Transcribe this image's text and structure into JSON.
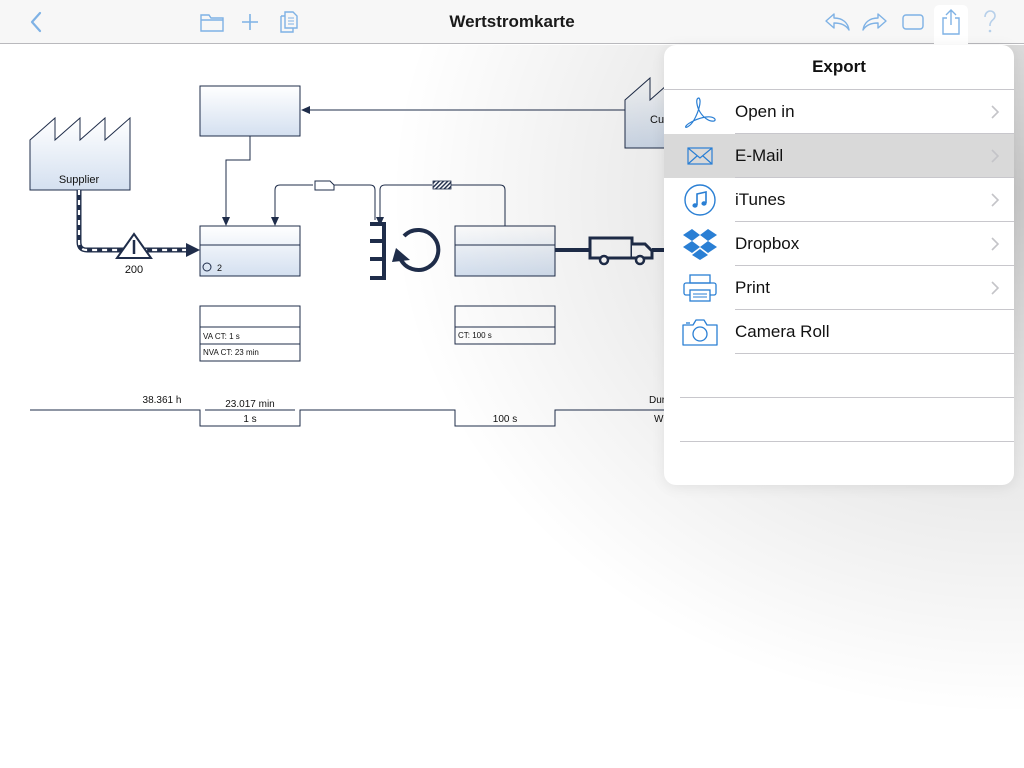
{
  "toolbar": {
    "title": "Wertstromkarte",
    "buttons": [
      "back",
      "open-folder",
      "add",
      "duplicate",
      "undo",
      "redo",
      "present",
      "share",
      "help"
    ]
  },
  "diagram": {
    "supplier_label": "Supplier",
    "customer_label": "Cu",
    "inventory_count": "200",
    "operator_count": "2",
    "process1_data": [
      "VA CT: 1 s",
      "NVA CT: 23 min"
    ],
    "process2_data": [
      "CT: 100 s"
    ],
    "timeline": {
      "lead_time_1": "38.361 h",
      "wait_1": "23.017 min",
      "process_time_1": "1 s",
      "process_time_2": "100 s",
      "right_top": "Dur",
      "right_bottom": "W"
    }
  },
  "export_popover": {
    "title": "Export",
    "items": [
      {
        "label": "Open in",
        "icon": "acrobat-icon",
        "chevron": true,
        "selected": false
      },
      {
        "label": "E-Mail",
        "icon": "mail-icon",
        "chevron": true,
        "selected": true
      },
      {
        "label": "iTunes",
        "icon": "itunes-icon",
        "chevron": true,
        "selected": false
      },
      {
        "label": "Dropbox",
        "icon": "dropbox-icon",
        "chevron": true,
        "selected": false
      },
      {
        "label": "Print",
        "icon": "printer-icon",
        "chevron": true,
        "selected": false
      },
      {
        "label": "Camera Roll",
        "icon": "camera-icon",
        "chevron": false,
        "selected": false
      }
    ]
  },
  "colors": {
    "accent": "#2a7fd4",
    "toolbar_icon": "#7fb2e5",
    "diagram_stroke": "#1f2d4a",
    "box_fill_top": "#ffffff",
    "box_fill_bottom": "#d4e0f0",
    "selected_row": "#d9d9d9"
  }
}
